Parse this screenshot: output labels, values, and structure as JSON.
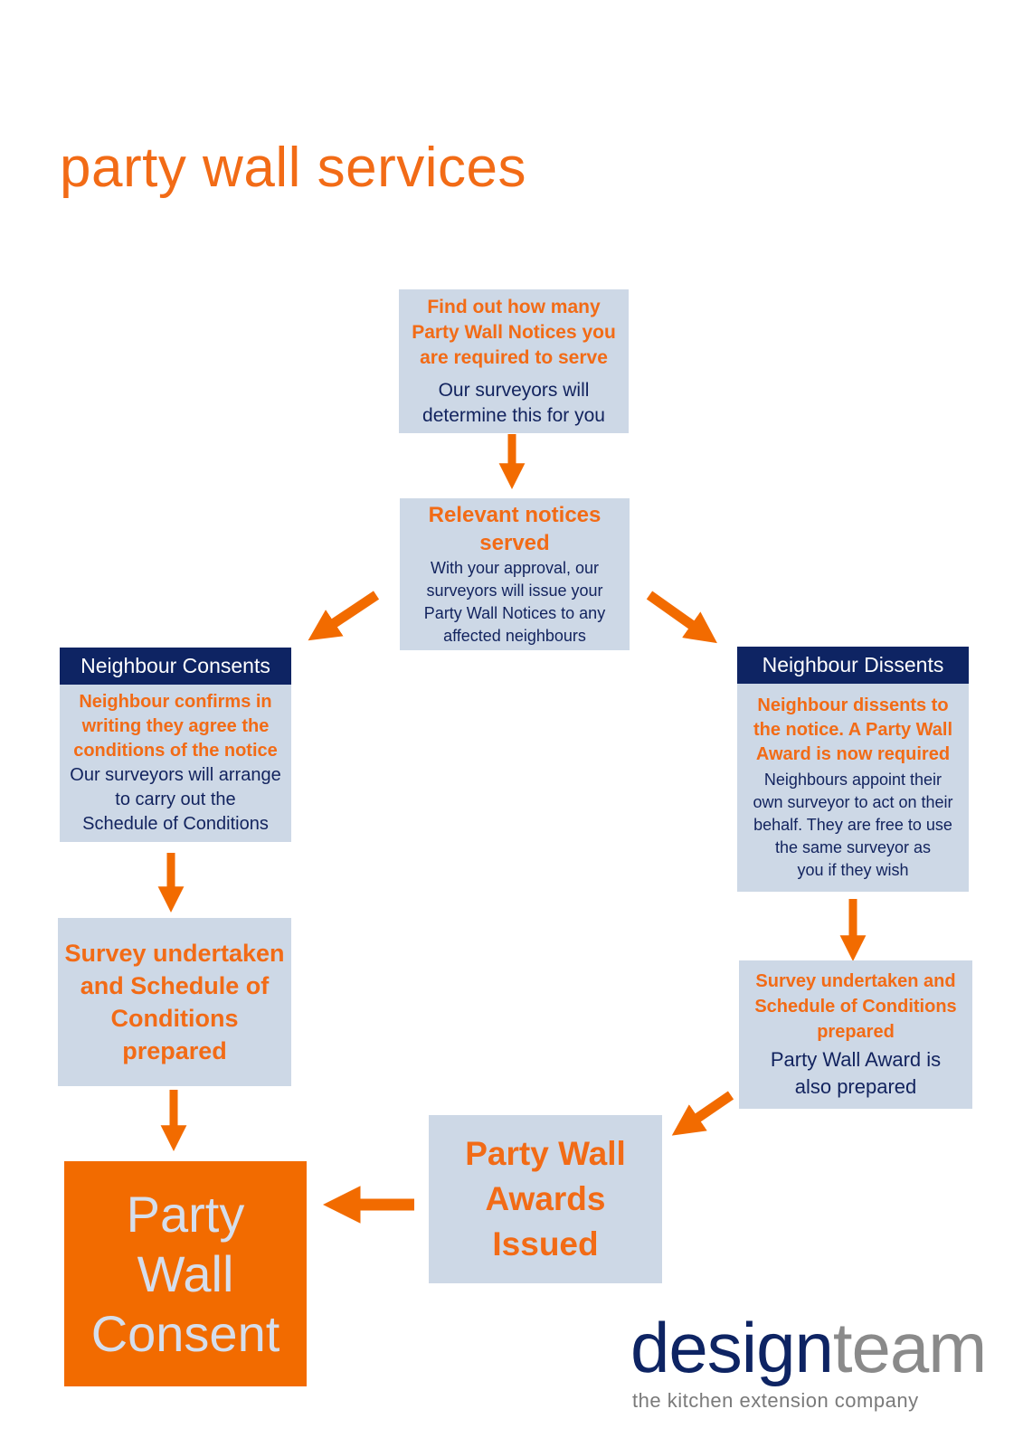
{
  "title": "party wall services",
  "nodes": {
    "find_out": {
      "heading": [
        "Find out how many",
        "Party Wall Notices you",
        "are required to serve"
      ],
      "body": [
        "Our surveyors will",
        "determine this for you"
      ]
    },
    "notices_served": {
      "heading": [
        "Relevant notices",
        "served"
      ],
      "body": [
        "With your approval, our",
        "surveyors will issue your",
        "Party Wall Notices to any",
        "affected neighbours"
      ]
    },
    "consents": {
      "header": "Neighbour Consents",
      "heading": [
        "Neighbour confirms in",
        "writing they agree the",
        "conditions of the notice"
      ],
      "body": [
        "Our surveyors will arrange",
        "to carry out the",
        "Schedule of Conditions"
      ]
    },
    "dissents": {
      "header": "Neighbour Dissents",
      "heading": [
        "Neighbour dissents to",
        "the notice. A Party Wall",
        "Award is now required"
      ],
      "body": [
        "Neighbours appoint their",
        "own surveyor to act on their",
        "behalf. They are free to use",
        "the same surveyor as",
        "you if they wish"
      ]
    },
    "survey_left": {
      "heading": [
        "Survey undertaken",
        "and Schedule of",
        "Conditions",
        "prepared"
      ]
    },
    "survey_right": {
      "heading": [
        "Survey undertaken and",
        "Schedule of Conditions",
        "prepared"
      ],
      "body": [
        "Party Wall Award is",
        "also prepared"
      ]
    },
    "awards_issued": {
      "heading": [
        "Party Wall",
        "Awards",
        "Issued"
      ]
    },
    "consent": {
      "lines": [
        "Party",
        "Wall",
        "Consent"
      ]
    }
  },
  "colors": {
    "orange": "#F26B16",
    "navy": "#0E2463",
    "box": "#CDD8E6",
    "arrow": "#F26B00"
  },
  "logo": {
    "word_a": "design",
    "word_b": "team",
    "tagline": "the kitchen extension company"
  }
}
